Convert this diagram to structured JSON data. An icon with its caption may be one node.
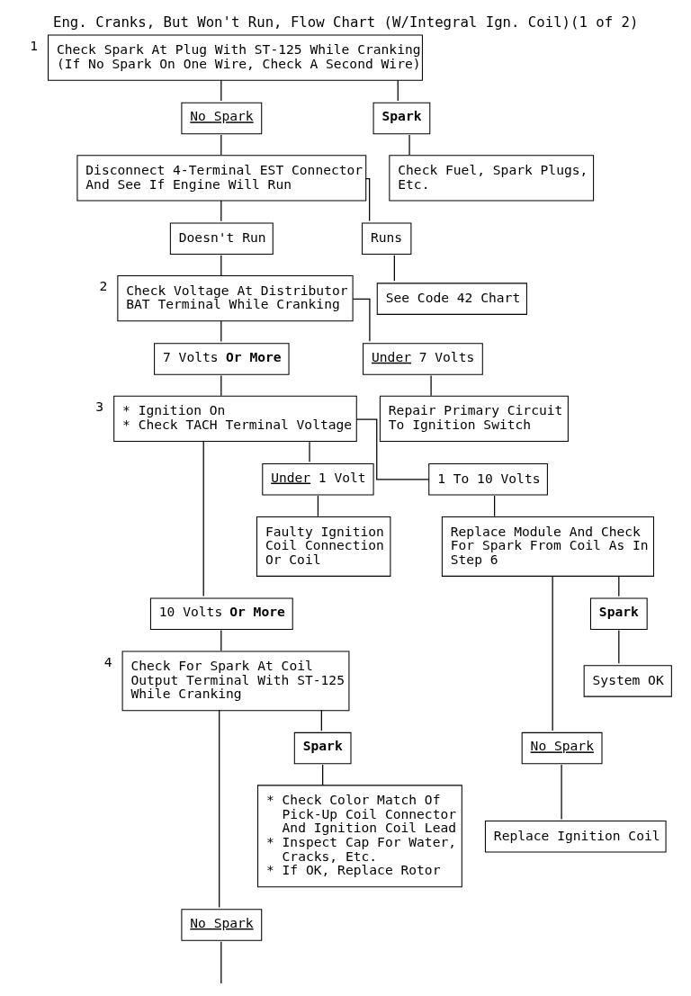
{
  "diagram": {
    "title": "Eng. Cranks, But Won't Run, Flow Chart (W/Integral Ign. Coil)(1 of 2)",
    "nodes": [
      {
        "text": [
          "Check Spark At Plug With ST-125 While Cranking (If No Spark On One Wire, Check A Second Wire)"
        ],
        "beside": [
          "1"
        ]
      },
      {
        "text": [
          "No Spark"
        ]
      },
      {
        "text": [
          "Spark"
        ]
      },
      {
        "text": [
          "Disconnect 4-Terminal EST Connector And See If Engine Will Run"
        ]
      },
      {
        "text": [
          "Check Fuel, Spark Plugs, Etc."
        ]
      },
      {
        "text": [
          "Doesn't Run"
        ]
      },
      {
        "text": [
          "Runs"
        ]
      },
      {
        "text": [
          "Check Voltage At Distributor BAT Terminal While Cranking"
        ],
        "beside": [
          "2"
        ]
      },
      {
        "text": [
          "See Code 42 Chart"
        ]
      },
      {
        "text": [
          "7 Volts **Or More**"
        ]
      },
      {
        "text": [
          "Under 7 Volts"
        ]
      },
      {
        "text": [
          "* Ignition On",
          "* Check TACH Terminal Voltage"
        ],
        "beside": [
          "3"
        ]
      },
      {
        "text": [
          "Repair Primary Circuit To Ignition Switch"
        ]
      },
      {
        "text": [
          "Under 1 Volt"
        ]
      },
      {
        "text": [
          "1 To 10 Volts"
        ]
      },
      {
        "text": [
          "Faulty Ignition Coil Connection Or Coil"
        ]
      },
      {
        "text": [
          "Replace Module And Check For Spark From Coil As In Step 6"
        ]
      },
      {
        "text": [
          "10 Volts **Or More**"
        ]
      },
      {
        "text": [
          "Spark"
        ]
      },
      {
        "text": [
          "System OK"
        ]
      },
      {
        "text": [
          "Check For Spark At Coil Output Terminal With ST-125 While Cranking"
        ],
        "beside": [
          "4"
        ]
      },
      {
        "text": [
          "No Spark"
        ]
      },
      {
        "text": [
          "Replace Ignition Coil"
        ]
      },
      {
        "text": [
          "Spark"
        ]
      },
      {
        "text": [
          "* Check Color Match Of Pick-Up Coil Connector And Ignition Coil Lead",
          "* Inspect Cap For Water, Cracks, Etc.",
          "* If OK, Replace Rotor"
        ]
      },
      {
        "text": [
          "No Spark"
        ]
      }
    ],
    "edges": [
      {
        "from": 0,
        "to": 1,
        "arrow": "none"
      },
      {
        "from": 0,
        "to": 2,
        "arrow": "none"
      },
      {
        "from": 1,
        "to": 3,
        "arrow": "none"
      },
      {
        "from": 2,
        "to": 4,
        "arrow": "none"
      },
      {
        "from": 3,
        "to": 5,
        "arrow": "none"
      },
      {
        "from": 3,
        "to": 6,
        "arrow": "none"
      },
      {
        "from": 5,
        "to": 7,
        "arrow": "none"
      },
      {
        "from": 6,
        "to": 8,
        "arrow": "none"
      },
      {
        "from": 7,
        "to": 9,
        "arrow": "none"
      },
      {
        "from": 7,
        "to": 10,
        "arrow": "none"
      },
      {
        "from": 9,
        "to": 11,
        "arrow": "none"
      },
      {
        "from": 10,
        "to": 12,
        "arrow": "none"
      },
      {
        "from": 11,
        "to": 17,
        "arrow": "none"
      },
      {
        "from": 11,
        "to": 13,
        "arrow": "none"
      },
      {
        "from": 11,
        "to": 14,
        "arrow": "none"
      },
      {
        "from": 13,
        "to": 15,
        "arrow": "none"
      },
      {
        "from": 14,
        "to": 16,
        "arrow": "none"
      },
      {
        "from": 16,
        "to": 21,
        "arrow": "none"
      },
      {
        "from": 16,
        "to": 18,
        "arrow": "none"
      },
      {
        "from": 18,
        "to": 19,
        "arrow": "none"
      },
      {
        "from": 21,
        "to": 22,
        "arrow": "none"
      },
      {
        "from": 17,
        "to": 20,
        "arrow": "none"
      },
      {
        "from": 20,
        "to": 25,
        "arrow": "none"
      },
      {
        "from": 20,
        "to": 23,
        "arrow": "none"
      },
      {
        "from": 23,
        "to": 24,
        "arrow": "none"
      },
      {
        "from": 25,
        "to": null,
        "arrow": "none"
      }
    ]
  }
}
